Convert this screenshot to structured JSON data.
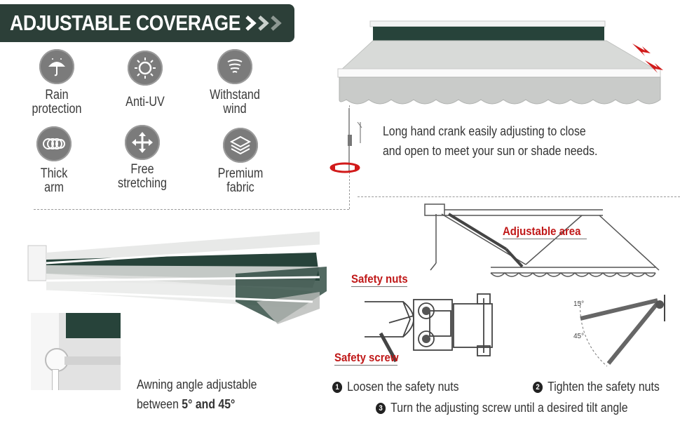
{
  "banner": {
    "title": "ADJUSTABLE COVERAGE"
  },
  "features": [
    {
      "label": "Rain\nprotection",
      "icon": "umbrella-icon"
    },
    {
      "label": "Anti-UV",
      "icon": "sun-icon"
    },
    {
      "label": "Withstand\nwind",
      "icon": "wind-icon"
    },
    {
      "label": "Thick\narm",
      "icon": "arm-icon"
    },
    {
      "label": "Free\nstretching",
      "icon": "stretch-arrows-icon"
    },
    {
      "label": "Premium\nfabric",
      "icon": "fabric-layers-icon"
    }
  ],
  "crank_note": {
    "line1": "Long hand crank easily adjusting to close",
    "line2": "and open to meet your sun or shade needs."
  },
  "diagram": {
    "adjustable_area": "Adjustable area",
    "safety_nuts": "Safety nuts",
    "safety_screw": "Safety screw",
    "angle_15": "15°",
    "angle_45": "45°"
  },
  "angle_note": {
    "line1": "Awning angle adjustable",
    "line2_prefix": "between ",
    "line2_bold": "5° and 45°"
  },
  "steps": {
    "step1_num": "1",
    "step1": "Loosen the safety nuts",
    "step2_num": "2",
    "step2": "Tighten the safety nuts",
    "step3_num": "3",
    "step3": "Turn the adjusting screw until a desired tilt angle"
  },
  "colors": {
    "banner_bg": "#2c3f38",
    "icon_bg": "#7b7b7b",
    "accent_red": "#c01818",
    "fabric_green": "#27433a"
  }
}
